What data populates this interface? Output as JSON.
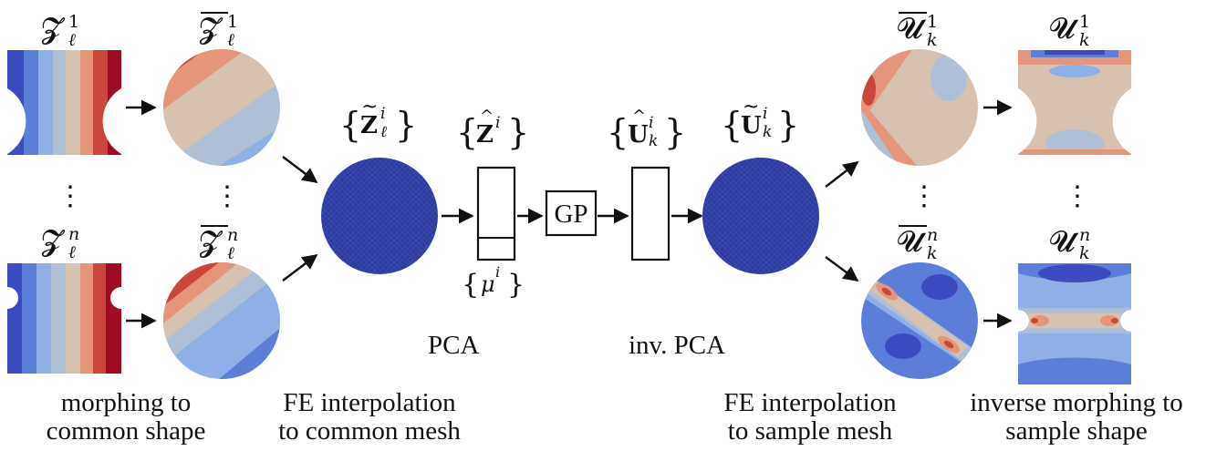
{
  "labels": {
    "z1": "𝓩",
    "z_sub_sup_1": "ℓ",
    "sup_1": "1",
    "sup_n": "n",
    "sup_i": "i",
    "sub_l": "ℓ",
    "sub_k": "k",
    "bold_Z": "Z",
    "bold_U": "U",
    "mu": "μ",
    "u_script": "𝓤",
    "dots": "⋮",
    "gp": "GP",
    "pca": "PCA",
    "inv_pca": "inv. PCA",
    "brace_open": "{",
    "brace_close": "}"
  },
  "captions": {
    "morph_1": "morphing to",
    "morph_2": "common shape",
    "fe1_1": "FE interpolation",
    "fe1_2": "to common mesh",
    "fe2_1": "FE interpolation",
    "fe2_2": "to sample mesh",
    "inv_1": "inverse morphing to",
    "inv_2": "sample shape"
  },
  "colors": {
    "dark_blue": "#3b4cc0",
    "mid_blue": "#5b7fd8",
    "light_blue": "#8fb0e6",
    "grey_blue": "#aebfd6",
    "beige": "#d7c1b0",
    "salmon": "#e5957a",
    "red": "#c8473a",
    "dark_red": "#9e0b22",
    "mesh_blue": "#2e3a9e"
  }
}
